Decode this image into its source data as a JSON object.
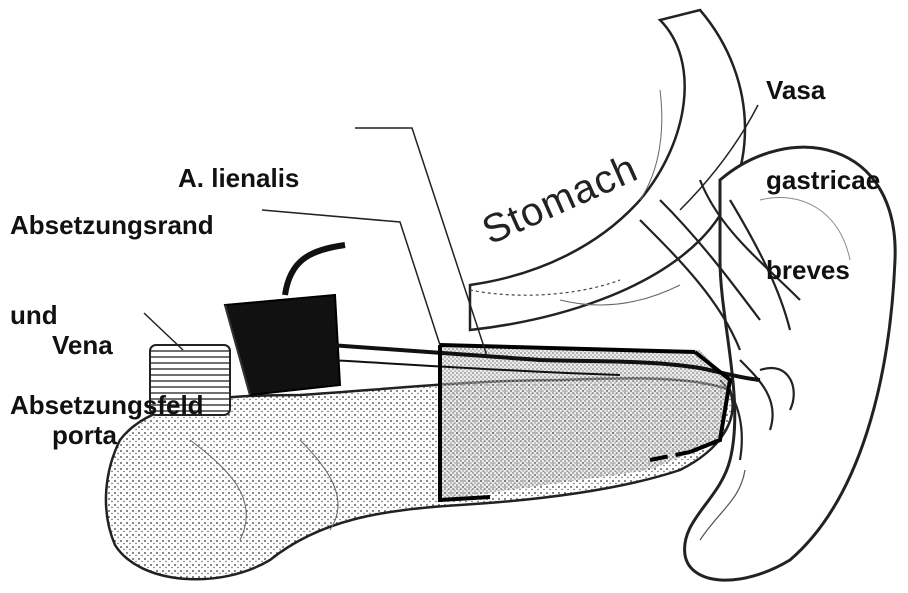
{
  "labels": {
    "a_lienalis": "A. lienalis",
    "absetzungsrand": [
      "Absetzungsrand",
      "und",
      "Absetzungsfeld"
    ],
    "vena_porta": [
      "Vena",
      "porta"
    ],
    "vasa": [
      "Vasa",
      "gastricae",
      "breves"
    ],
    "stomach": "Stomach"
  },
  "colors": {
    "ink": "#111111",
    "background": "#ffffff",
    "stipple": "#555555"
  }
}
